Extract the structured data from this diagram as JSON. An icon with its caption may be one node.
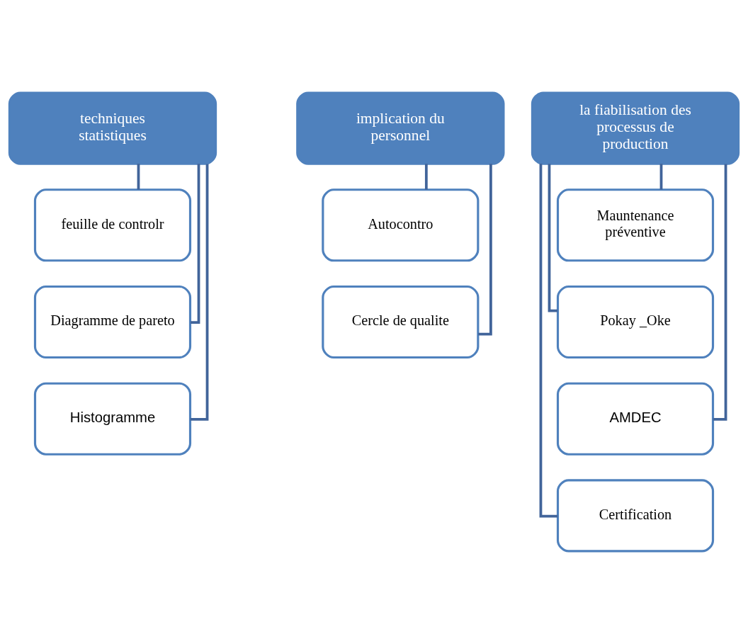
{
  "diagram": {
    "nodes": [
      {
        "text": [
          "techniques statistiques"
        ]
      },
      {
        "text": [
          "feuille de controlr"
        ]
      },
      {
        "text": [
          "Diagramme de pareto"
        ]
      },
      {
        "text": [
          "Histogramme"
        ]
      },
      {
        "text": [
          "implication du personnel"
        ]
      },
      {
        "text": [
          "Autocontro"
        ]
      },
      {
        "text": [
          "Cercle de qualite"
        ]
      },
      {
        "text": [
          "la fiabilisation des processus de production"
        ]
      },
      {
        "text": [
          "Mauntenance préventive"
        ]
      },
      {
        "text": [
          "Pokay _Oke"
        ]
      },
      {
        "text": [
          "AMDEC"
        ]
      },
      {
        "text": [
          "Certification"
        ]
      }
    ],
    "edges": [
      {
        "from": 0,
        "to": 1,
        "arrow": "none"
      },
      {
        "from": 0,
        "to": 2,
        "arrow": "none"
      },
      {
        "from": 0,
        "to": 3,
        "arrow": "none"
      },
      {
        "from": 4,
        "to": 5,
        "arrow": "none"
      },
      {
        "from": 4,
        "to": 6,
        "arrow": "none"
      },
      {
        "from": 7,
        "to": 8,
        "arrow": "none"
      },
      {
        "from": 7,
        "to": 9,
        "arrow": "none"
      },
      {
        "from": 7,
        "to": 10,
        "arrow": "none"
      },
      {
        "from": 7,
        "to": 11,
        "arrow": "none"
      }
    ]
  }
}
